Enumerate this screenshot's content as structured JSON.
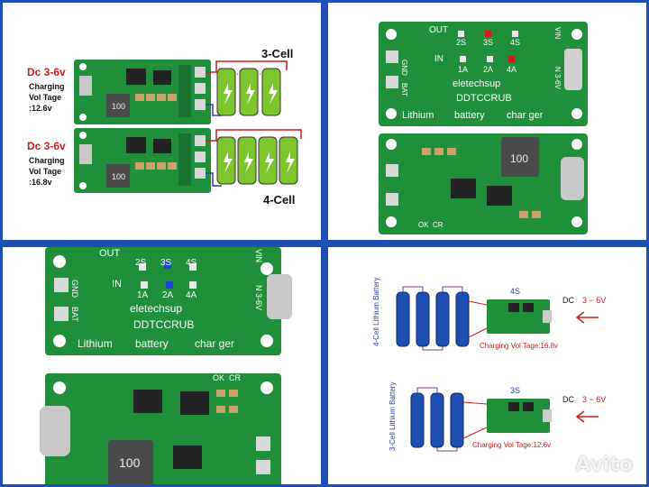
{
  "panel1": {
    "label_3cell": "3-Cell",
    "label_4cell": "4-Cell",
    "top_dc": "Dc 3-6v",
    "top_line1": "Charging",
    "top_line2": "Vol Tage",
    "top_voltage": ":12.6v",
    "bottom_dc": "Dc 3-6v",
    "bottom_line1": "Charging",
    "bottom_line2": "Vol Tage",
    "bottom_voltage": ":16.8v",
    "inductor_code": "100"
  },
  "panel2": {
    "out": "OUT",
    "s2": "2S",
    "s3": "3S",
    "s4": "4S",
    "in": "IN",
    "a1": "1A",
    "a2": "2A",
    "a4": "4A",
    "brand": "eletechsup",
    "model": "DDTCCRUB",
    "line_lithium": "Lithium",
    "line_battery": "battery",
    "line_charger": "char ger",
    "gnd": "GND",
    "bat": "BAT",
    "vin": "VIN",
    "n36": "N 3-6V",
    "inductor_code": "100",
    "ok": "OK",
    "cr": "CR"
  },
  "panel3": {
    "out": "OUT",
    "s2": "2S",
    "s3": "3S",
    "s4": "4S",
    "in": "IN",
    "a1": "1A",
    "a2": "2A",
    "a4": "4A",
    "brand": "eletechsup",
    "model": "DDTCCRUB",
    "line_lithium": "Lithium",
    "line_battery": "battery",
    "line_charger": "char ger",
    "gnd": "GND",
    "bat": "BAT",
    "vin": "VIN",
    "n36": "N 3-6V",
    "inductor_code": "100",
    "ok": "OK",
    "cr": "CR"
  },
  "panel4": {
    "top_mode": "4S",
    "top_dc": "DC",
    "top_range": "3 − 6V",
    "top_cell_label": "4-Cell Lithium Battery",
    "top_charging": "Charging Vol Tage:16.8v",
    "bottom_mode": "3S",
    "bottom_dc": "DC",
    "bottom_range": "3 − 6V",
    "bottom_cell_label": "3-Cell Lithium Battery",
    "bottom_charging": "Charging Vol Tage:12.6v"
  },
  "watermark": "Avito",
  "colors": {
    "pcb": "#1f8f3a",
    "pcb_dark": "#15702c",
    "frame": "#1e50b4",
    "red": "#d21c1c",
    "blue_battery": "#1f4fb0",
    "green_battery": "#7cc52d"
  }
}
